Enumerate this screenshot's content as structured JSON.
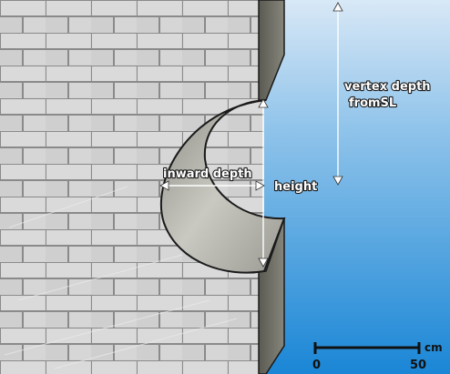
{
  "labels": {
    "vertex_depth_line1": "vertex depth",
    "vertex_depth_line2": "fromSL",
    "inward_depth": "inward depth",
    "height": "height"
  },
  "scale_bar": {
    "unit": "cm",
    "start": "0",
    "end": "50"
  },
  "colors": {
    "water_top": "#d8e8f6",
    "water_bottom": "#1a86d6",
    "brick_face": "#d2d2d2",
    "mortar": "#8a8a8a",
    "notch_fill": "#b7b7b0",
    "cliff_face": "#6b6b62",
    "outline": "#1a1a1a"
  }
}
